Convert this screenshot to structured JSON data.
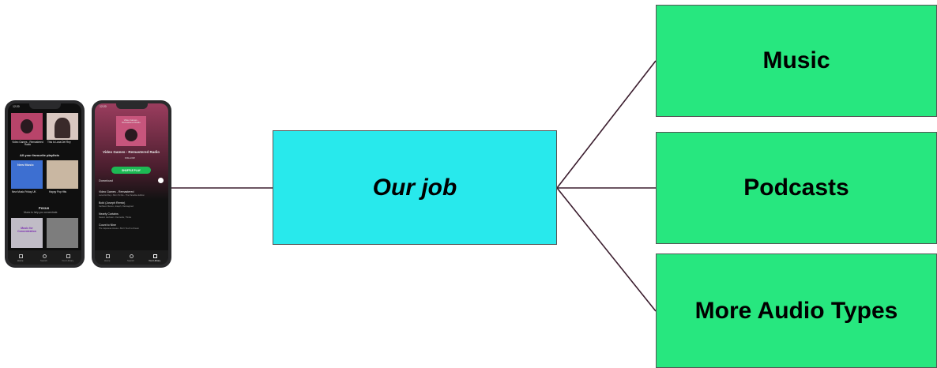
{
  "diagram": {
    "center": {
      "label": "Our job"
    },
    "targets": [
      {
        "label": "Music"
      },
      {
        "label": "Podcasts"
      },
      {
        "label": "More Audio Types"
      }
    ],
    "colors": {
      "center_fill": "#28e9ec",
      "target_fill": "#27e77f",
      "connector": "#3b1d2e",
      "border": "#555555"
    }
  },
  "phones": {
    "left": {
      "time": "12:20",
      "header_titles": [
        "Video Games - Remastered Radio",
        "This Is Lana Del Rey"
      ],
      "section_title": "All your favourite playlists",
      "tile_new_music": "New Music",
      "captions": [
        "New Music Friday UK",
        "Happy Pop Hits"
      ],
      "focus_title": "Focus",
      "focus_subtitle": "Music to help you concentrate.",
      "tile_concentration": "Music for Concentration",
      "tabs": [
        "Home",
        "Search",
        "Your Library"
      ]
    },
    "right": {
      "time": "12:20",
      "cover_title": "Video Games - Remastered Radio",
      "playlist_title": "Video Games - Remastered Radio",
      "follow_label": "FOLLOW",
      "shuffle_label": "SHUFFLE PLAY",
      "download_label": "Download",
      "tracks": [
        {
          "title": "Video Games - Remastered",
          "artist": "Lana Del Rey • Born To Die - The Paradise Edition"
        },
        {
          "title": "Bold (Joseph Remix)",
          "artist": "Kathleen Menes, Joseph, Reimagined"
        },
        {
          "title": "Nearly Curtains",
          "artist": "Seaton Herbster • Kennedie, Thinks"
        },
        {
          "title": "Count to Nine",
          "artist": "The Japanese House • Bon't Touch a Dream"
        }
      ],
      "tabs": [
        "Home",
        "Search",
        "Your Library"
      ]
    }
  }
}
